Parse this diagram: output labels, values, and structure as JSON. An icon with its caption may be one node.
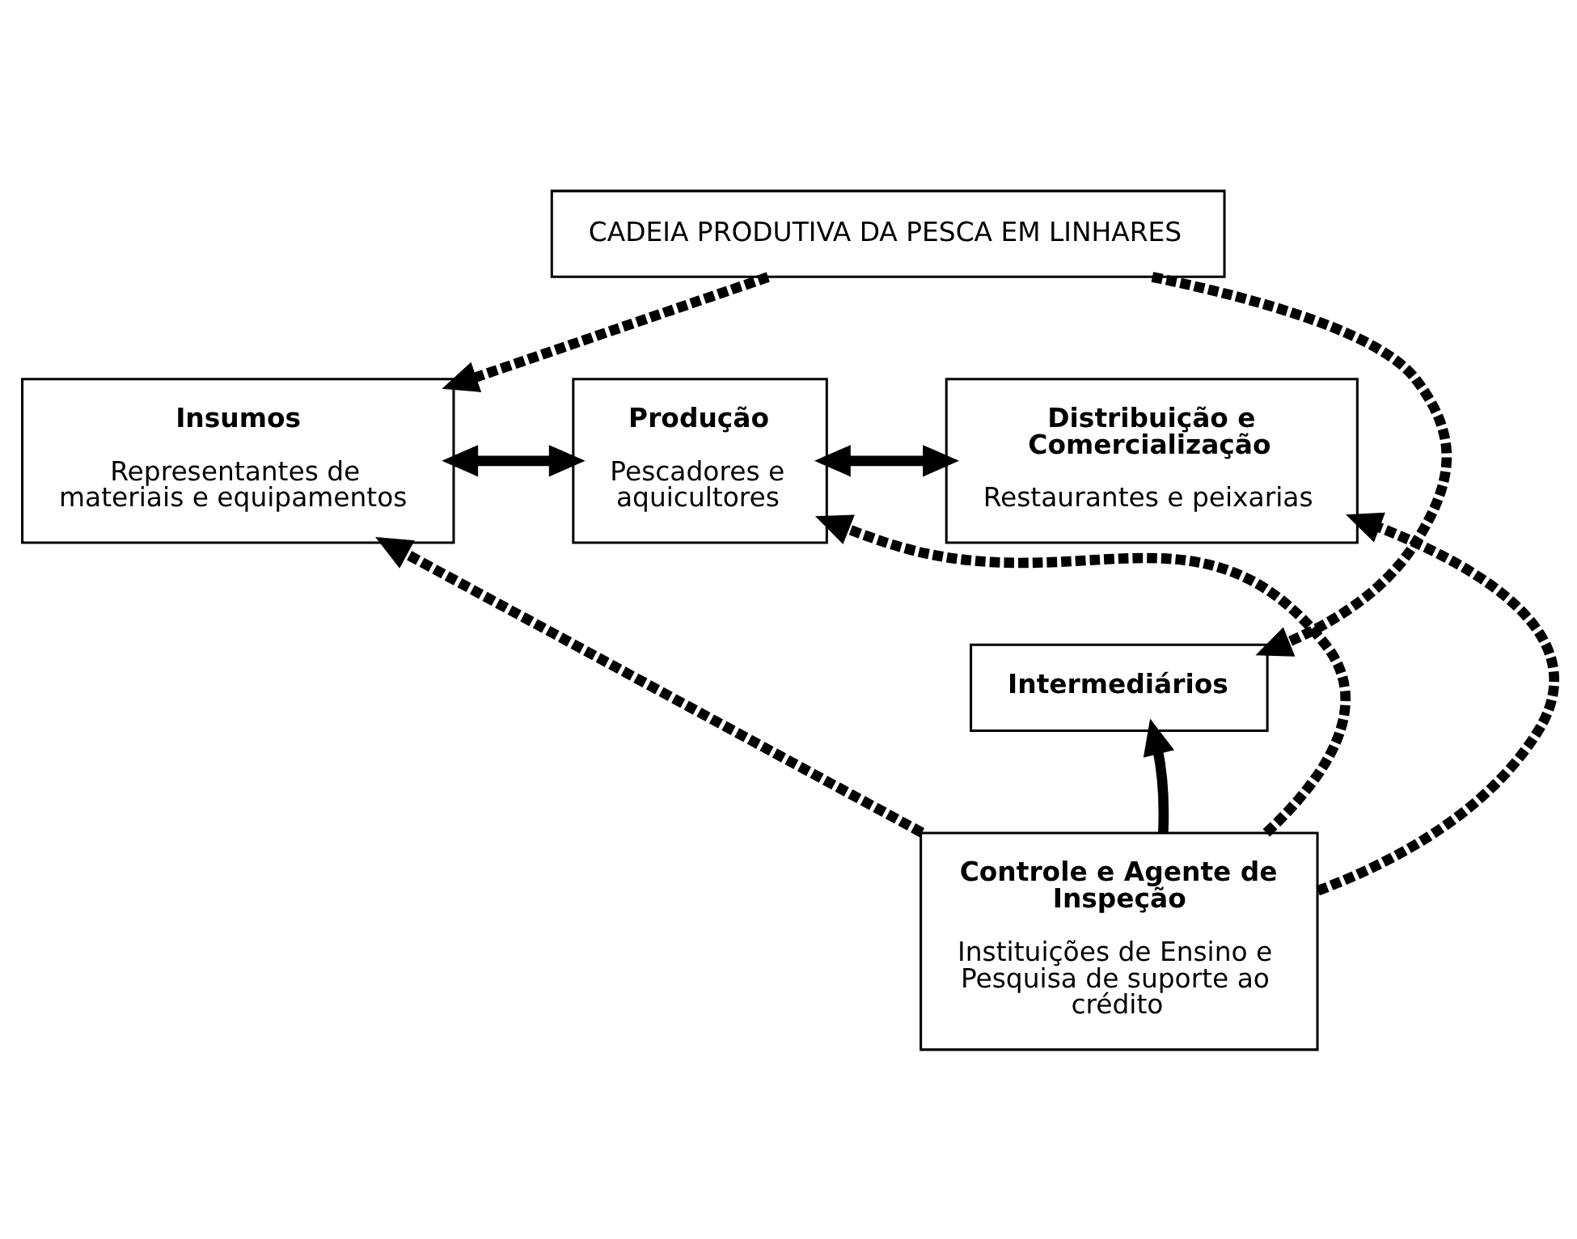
{
  "diagram": {
    "nodes": [
      {
        "text": [
          "CADEIA PRODUTIVA DA PESCA EM LINHARES"
        ]
      },
      {
        "text": [
          "Insumos",
          "Representantes de materiais e equipamentos"
        ]
      },
      {
        "text": [
          "Produção",
          "Pescadores e aquicultores"
        ]
      },
      {
        "text": [
          "Distribuição e Comercialização",
          "Restaurantes e peixarias"
        ]
      },
      {
        "text": [
          "Intermediários"
        ]
      },
      {
        "text": [
          "Controle e Agente de Inspeção",
          "Instituições de Ensino e Pesquisa de suporte ao crédito"
        ]
      }
    ],
    "edges": [
      {
        "from": 0,
        "to": 1,
        "arrow": "to",
        "style": "dashed"
      },
      {
        "from": 1,
        "to": 2,
        "arrow": "both"
      },
      {
        "from": 0,
        "to": 4,
        "arrow": "to",
        "style": "dashed"
      },
      {
        "from": 2,
        "to": 3,
        "arrow": "both"
      },
      {
        "from": 5,
        "to": 1,
        "arrow": "to",
        "style": "dashed"
      },
      {
        "from": 5,
        "to": 2,
        "arrow": "to",
        "style": "dashed"
      },
      {
        "from": 5,
        "to": 4,
        "arrow": "to"
      },
      {
        "from": 5,
        "to": 3,
        "arrow": "to",
        "style": "dashed"
      }
    ]
  }
}
